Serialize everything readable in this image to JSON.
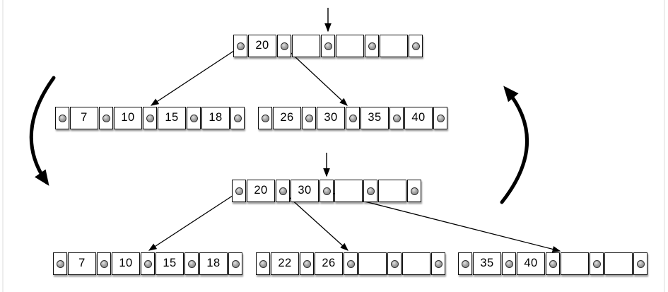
{
  "diagram": {
    "before": {
      "root": {
        "id": "top-root",
        "keys": [
          "20",
          "",
          "",
          ""
        ]
      },
      "children": [
        {
          "id": "top-child-0",
          "keys": [
            "7",
            "10",
            "15",
            "18"
          ]
        },
        {
          "id": "top-child-1",
          "keys": [
            "26",
            "30",
            "35",
            "40"
          ]
        }
      ]
    },
    "after": {
      "root": {
        "id": "bottom-root",
        "keys": [
          "20",
          "30",
          "",
          ""
        ]
      },
      "children": [
        {
          "id": "bottom-child-0",
          "keys": [
            "7",
            "10",
            "15",
            "18"
          ]
        },
        {
          "id": "bottom-child-1",
          "keys": [
            "22",
            "26",
            "",
            ""
          ]
        },
        {
          "id": "bottom-child-2",
          "keys": [
            "35",
            "40",
            "",
            ""
          ]
        }
      ]
    },
    "colors": {
      "node_border": "#0d0d0d",
      "node_fill": "#ffffff",
      "pointer_dot": "#7d7d7d",
      "arrow": "#000000",
      "background": "#ffffff"
    }
  }
}
